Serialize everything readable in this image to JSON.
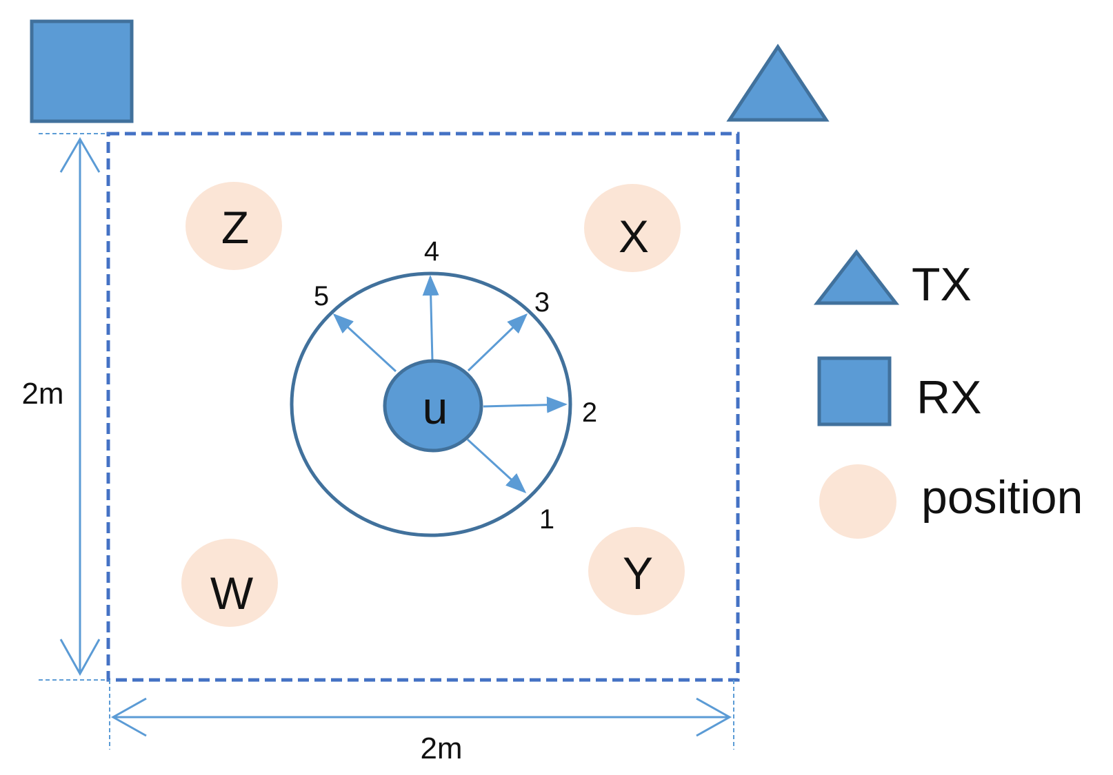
{
  "colors": {
    "shape_fill": "#5b9bd5",
    "shape_stroke": "#41719c",
    "boundary": "#4472c4",
    "arrow": "#5b9bd5",
    "position_fill": "#fbe5d6",
    "text": "#111111"
  },
  "positions": {
    "z": "Z",
    "x": "X",
    "w": "W",
    "y": "Y"
  },
  "user": {
    "label": "u"
  },
  "directions": {
    "d1": "1",
    "d2": "2",
    "d3": "3",
    "d4": "4",
    "d5": "5"
  },
  "dimensions": {
    "vertical": "2m",
    "horizontal": "2m"
  },
  "legend": {
    "tx": "TX",
    "rx": "RX",
    "position": "position"
  }
}
